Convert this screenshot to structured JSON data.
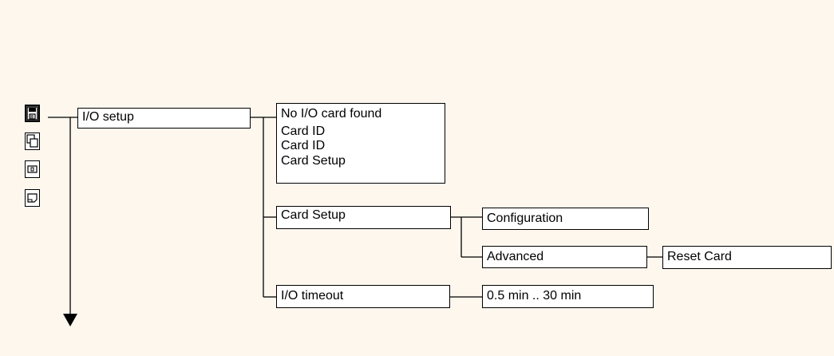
{
  "icons": [
    "save-icon",
    "copy-icon",
    "card-icon",
    "printer-icon"
  ],
  "menu": {
    "io_setup": "I/O setup",
    "status_lines": [
      "No I/O card found",
      "Card ID",
      "Card ID",
      "Card Setup"
    ],
    "card_setup": "Card Setup",
    "configuration": "Configuration",
    "advanced": "Advanced",
    "reset_card": "Reset Card",
    "io_timeout": "I/O timeout",
    "timeout_range": "0.5 min .. 30 min"
  }
}
